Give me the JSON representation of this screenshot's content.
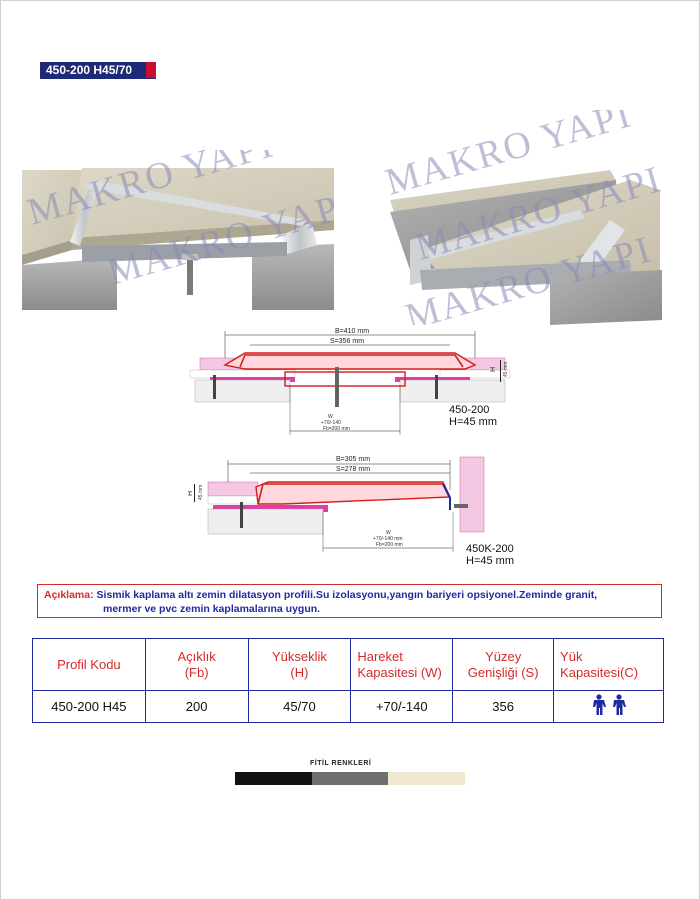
{
  "header": {
    "title": "450-200 H45/70"
  },
  "watermark": {
    "text": "MAKRO YAPI"
  },
  "drawing1": {
    "b_label": "B=410 mm",
    "s_label": "S=356 mm",
    "w_label": "W",
    "move_label": "+70/-140",
    "fb_label": "Fb=200 mm",
    "h_label": "H",
    "h_value": "45 mm",
    "model": "450-200",
    "height": "H=45 mm"
  },
  "drawing2": {
    "b_label": "B=305 mm",
    "s_label": "S=278 mm",
    "w_label": "W",
    "move_label": "+70/-140 mm",
    "fb_label": "Fb=200 mm",
    "h_label": "H",
    "h_value": "45 mm",
    "model": "450K-200",
    "height": "H=45 mm"
  },
  "description": {
    "label": "Açıklama:",
    "line1": "Sismik kaplama altı zemin dilatasyon profili.Su izolasyonu,yangın bariyeri opsiyonel.Zeminde granit,",
    "line2": "mermer ve pvc zemin kaplamalarına uygun."
  },
  "table": {
    "headers": {
      "profil_kodu": "Profil Kodu",
      "aciklik_1": "Açıklık",
      "aciklik_2": "(Fb)",
      "yukseklik_1": "Yükseklik",
      "yukseklik_2": "(H)",
      "hareket_1": "Hareket",
      "hareket_2": "Kapasitesi (W)",
      "yuzey_1": "Yüzey",
      "yuzey_2": "Genişliği (S)",
      "yuk_1": "Yük",
      "yuk_2": "Kapasitesi(C)"
    },
    "row": {
      "profil_kodu": "450-200 H45",
      "aciklik": "200",
      "yukseklik": "45/70",
      "hareket": "+70/-140",
      "yuzey": "356"
    }
  },
  "colors_section": {
    "title": "FİTİL RENKLERİ",
    "swatches": [
      "#111111",
      "#6e6e6e",
      "#f1e9cf"
    ]
  },
  "colors": {
    "navy": "#1e2a78",
    "red": "#d42a2a",
    "blue": "#1e2a9e"
  }
}
